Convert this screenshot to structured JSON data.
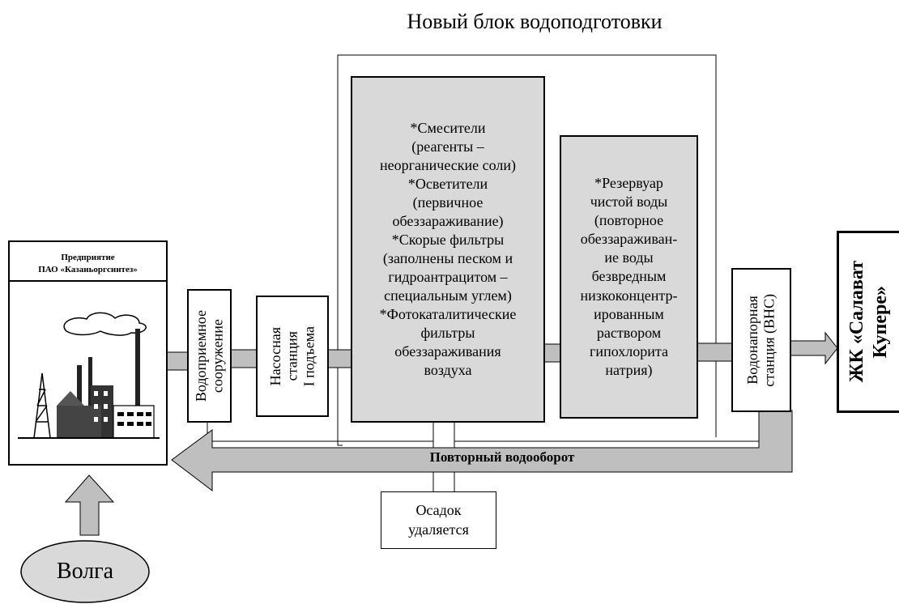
{
  "title": "Новый блок водоподготовки",
  "enterprise": {
    "label_line1": "Предприятие",
    "label_line2": "ПАО «Казаньоргсинтез»"
  },
  "intake": {
    "label_line1": "Водоприемное",
    "label_line2": "сооружение"
  },
  "pump_station": {
    "label_line1": "Насосная",
    "label_line2": "станция",
    "label_line3": "I подъема"
  },
  "treatment_block": {
    "text": "*Смесители\n(реагенты –\nнеорганические соли)\n*Осветители\n(первичное\nобеззараживание)\n*Скорые фильтры\n(заполнены песком и\nгидроантрацитом –\nспециальным углем)\n*Фотокаталитические\nфильтры\nобеззараживания\nвоздуха"
  },
  "reservoir": {
    "text": "*Резервуар\nчистой воды\n(повторное\nобеззараживан-\nие воды\nбезвредным\nнизкоконцентр-\nированным\nраствором\nгипохлорита\nнатрия)"
  },
  "pressure_station": {
    "label_line1": "Водонапорная",
    "label_line2": "станция (ВНС)"
  },
  "residential": {
    "label_line1": "ЖК «Салават",
    "label_line2": "Купере»"
  },
  "recirculation": {
    "label": "Повторный водооборот"
  },
  "sediment": {
    "label_line1": "Осадок",
    "label_line2": "удаляется"
  },
  "source": {
    "label": "Волга"
  },
  "colors": {
    "block_fill": "#d9d9d9",
    "arrow_fill": "#bfbfbf",
    "stroke": "#000000"
  }
}
